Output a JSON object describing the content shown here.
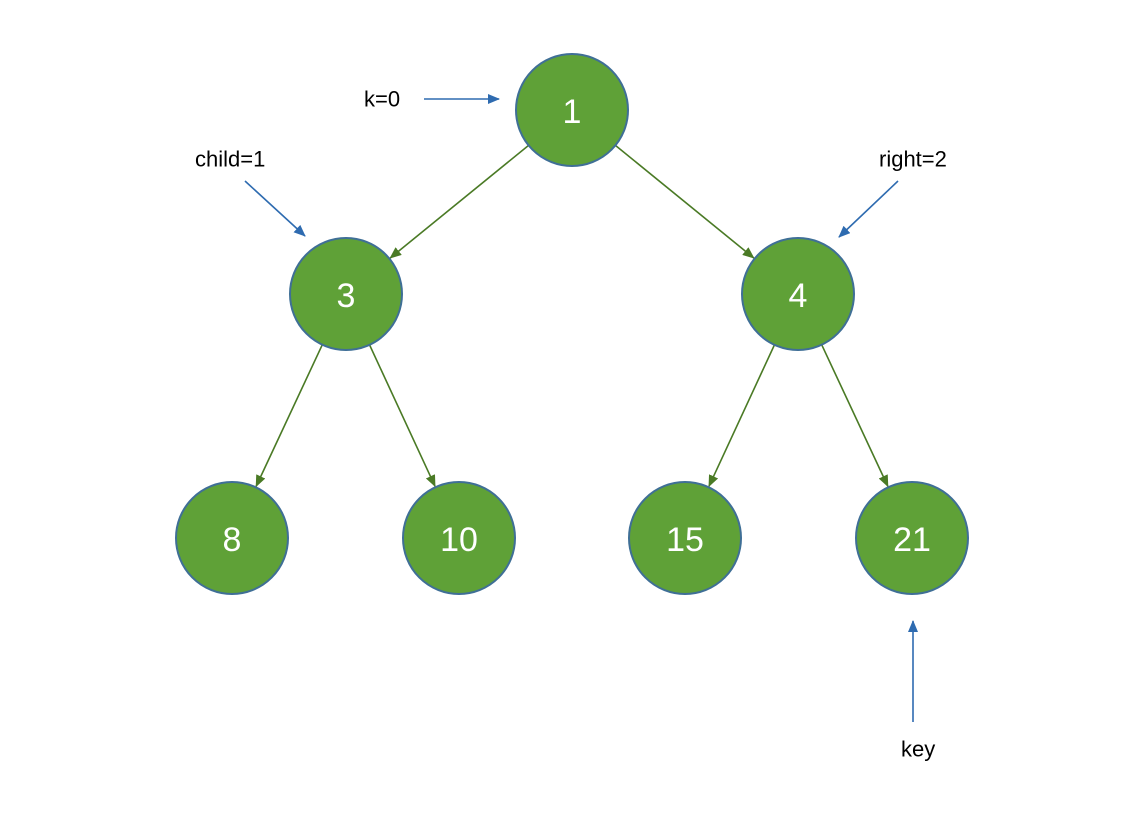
{
  "nodes": [
    {
      "id": "n0",
      "label": "1"
    },
    {
      "id": "n1",
      "label": "3"
    },
    {
      "id": "n2",
      "label": "4"
    },
    {
      "id": "n3",
      "label": "8"
    },
    {
      "id": "n4",
      "label": "10"
    },
    {
      "id": "n5",
      "label": "15"
    },
    {
      "id": "n6",
      "label": "21"
    }
  ],
  "edges": [
    {
      "from": "n0",
      "to": "n1"
    },
    {
      "from": "n0",
      "to": "n2"
    },
    {
      "from": "n1",
      "to": "n3"
    },
    {
      "from": "n1",
      "to": "n4"
    },
    {
      "from": "n2",
      "to": "n5"
    },
    {
      "from": "n2",
      "to": "n6"
    }
  ],
  "annotations": [
    {
      "id": "k",
      "label": "k=0",
      "target": "n0"
    },
    {
      "id": "child",
      "label": "child=1",
      "target": "n1"
    },
    {
      "id": "right",
      "label": "right=2",
      "target": "n2"
    },
    {
      "id": "key",
      "label": "key",
      "target": "n6"
    }
  ],
  "colors": {
    "node_fill": "#5fa137",
    "node_stroke": "#3f6f96",
    "edge": "#4a7a25",
    "pointer": "#2e6bb0"
  }
}
